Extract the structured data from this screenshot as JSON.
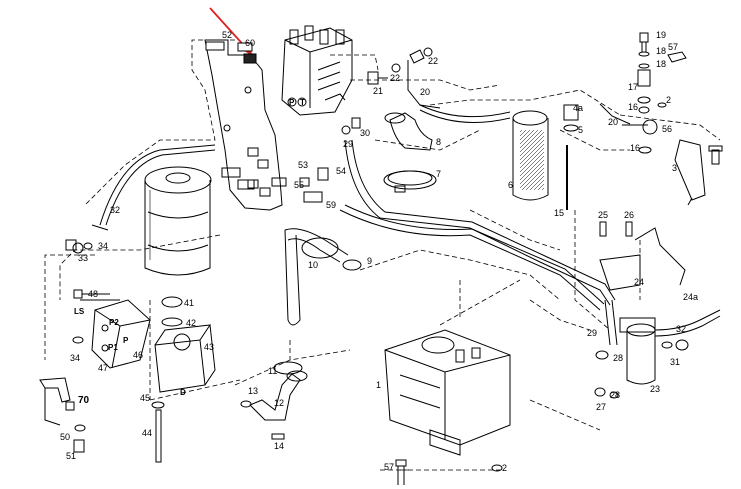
{
  "diagram": {
    "callouts": {
      "c52": "52",
      "c60": "60",
      "c19": "19",
      "c18a": "18",
      "c18b": "18",
      "c57a": "57",
      "c22a": "22",
      "c22b": "22",
      "c21": "21",
      "c20a": "20",
      "c20b": "20",
      "c17": "17",
      "c16a": "16",
      "c16b": "16",
      "c2a": "2",
      "c56": "56",
      "c4a": "4a",
      "c5": "5",
      "c30": "30",
      "c29a": "29",
      "c8": "8",
      "c7": "7",
      "c6": "6",
      "c15": "15",
      "c3": "3",
      "c53": "53",
      "c54": "54",
      "c55": "55",
      "c59": "59",
      "c32a": "32",
      "c34a": "34",
      "c33": "33",
      "c25": "25",
      "c26": "26",
      "c24": "24",
      "c24a": "24a",
      "c10": "10",
      "c9": "9",
      "c48": "48",
      "c41": "41",
      "c42": "42",
      "c43": "43",
      "c46": "46",
      "c34b": "34",
      "c47": "47",
      "c29b": "29",
      "c28a": "28",
      "c32b": "32",
      "c31": "31",
      "c23": "23",
      "c28b": "28",
      "c27": "27",
      "c11": "11",
      "c1": "1",
      "c13": "13",
      "c12": "12",
      "c45": "45",
      "c44": "44",
      "c14": "14",
      "c70": "70",
      "c50": "50",
      "c51": "51",
      "c57b": "57",
      "c2b": "2"
    },
    "ports": {
      "ls": "LS",
      "p2": "P2",
      "p": "P",
      "p1": "P1",
      "t2": "T",
      "pp": "P",
      "d": "D"
    }
  }
}
